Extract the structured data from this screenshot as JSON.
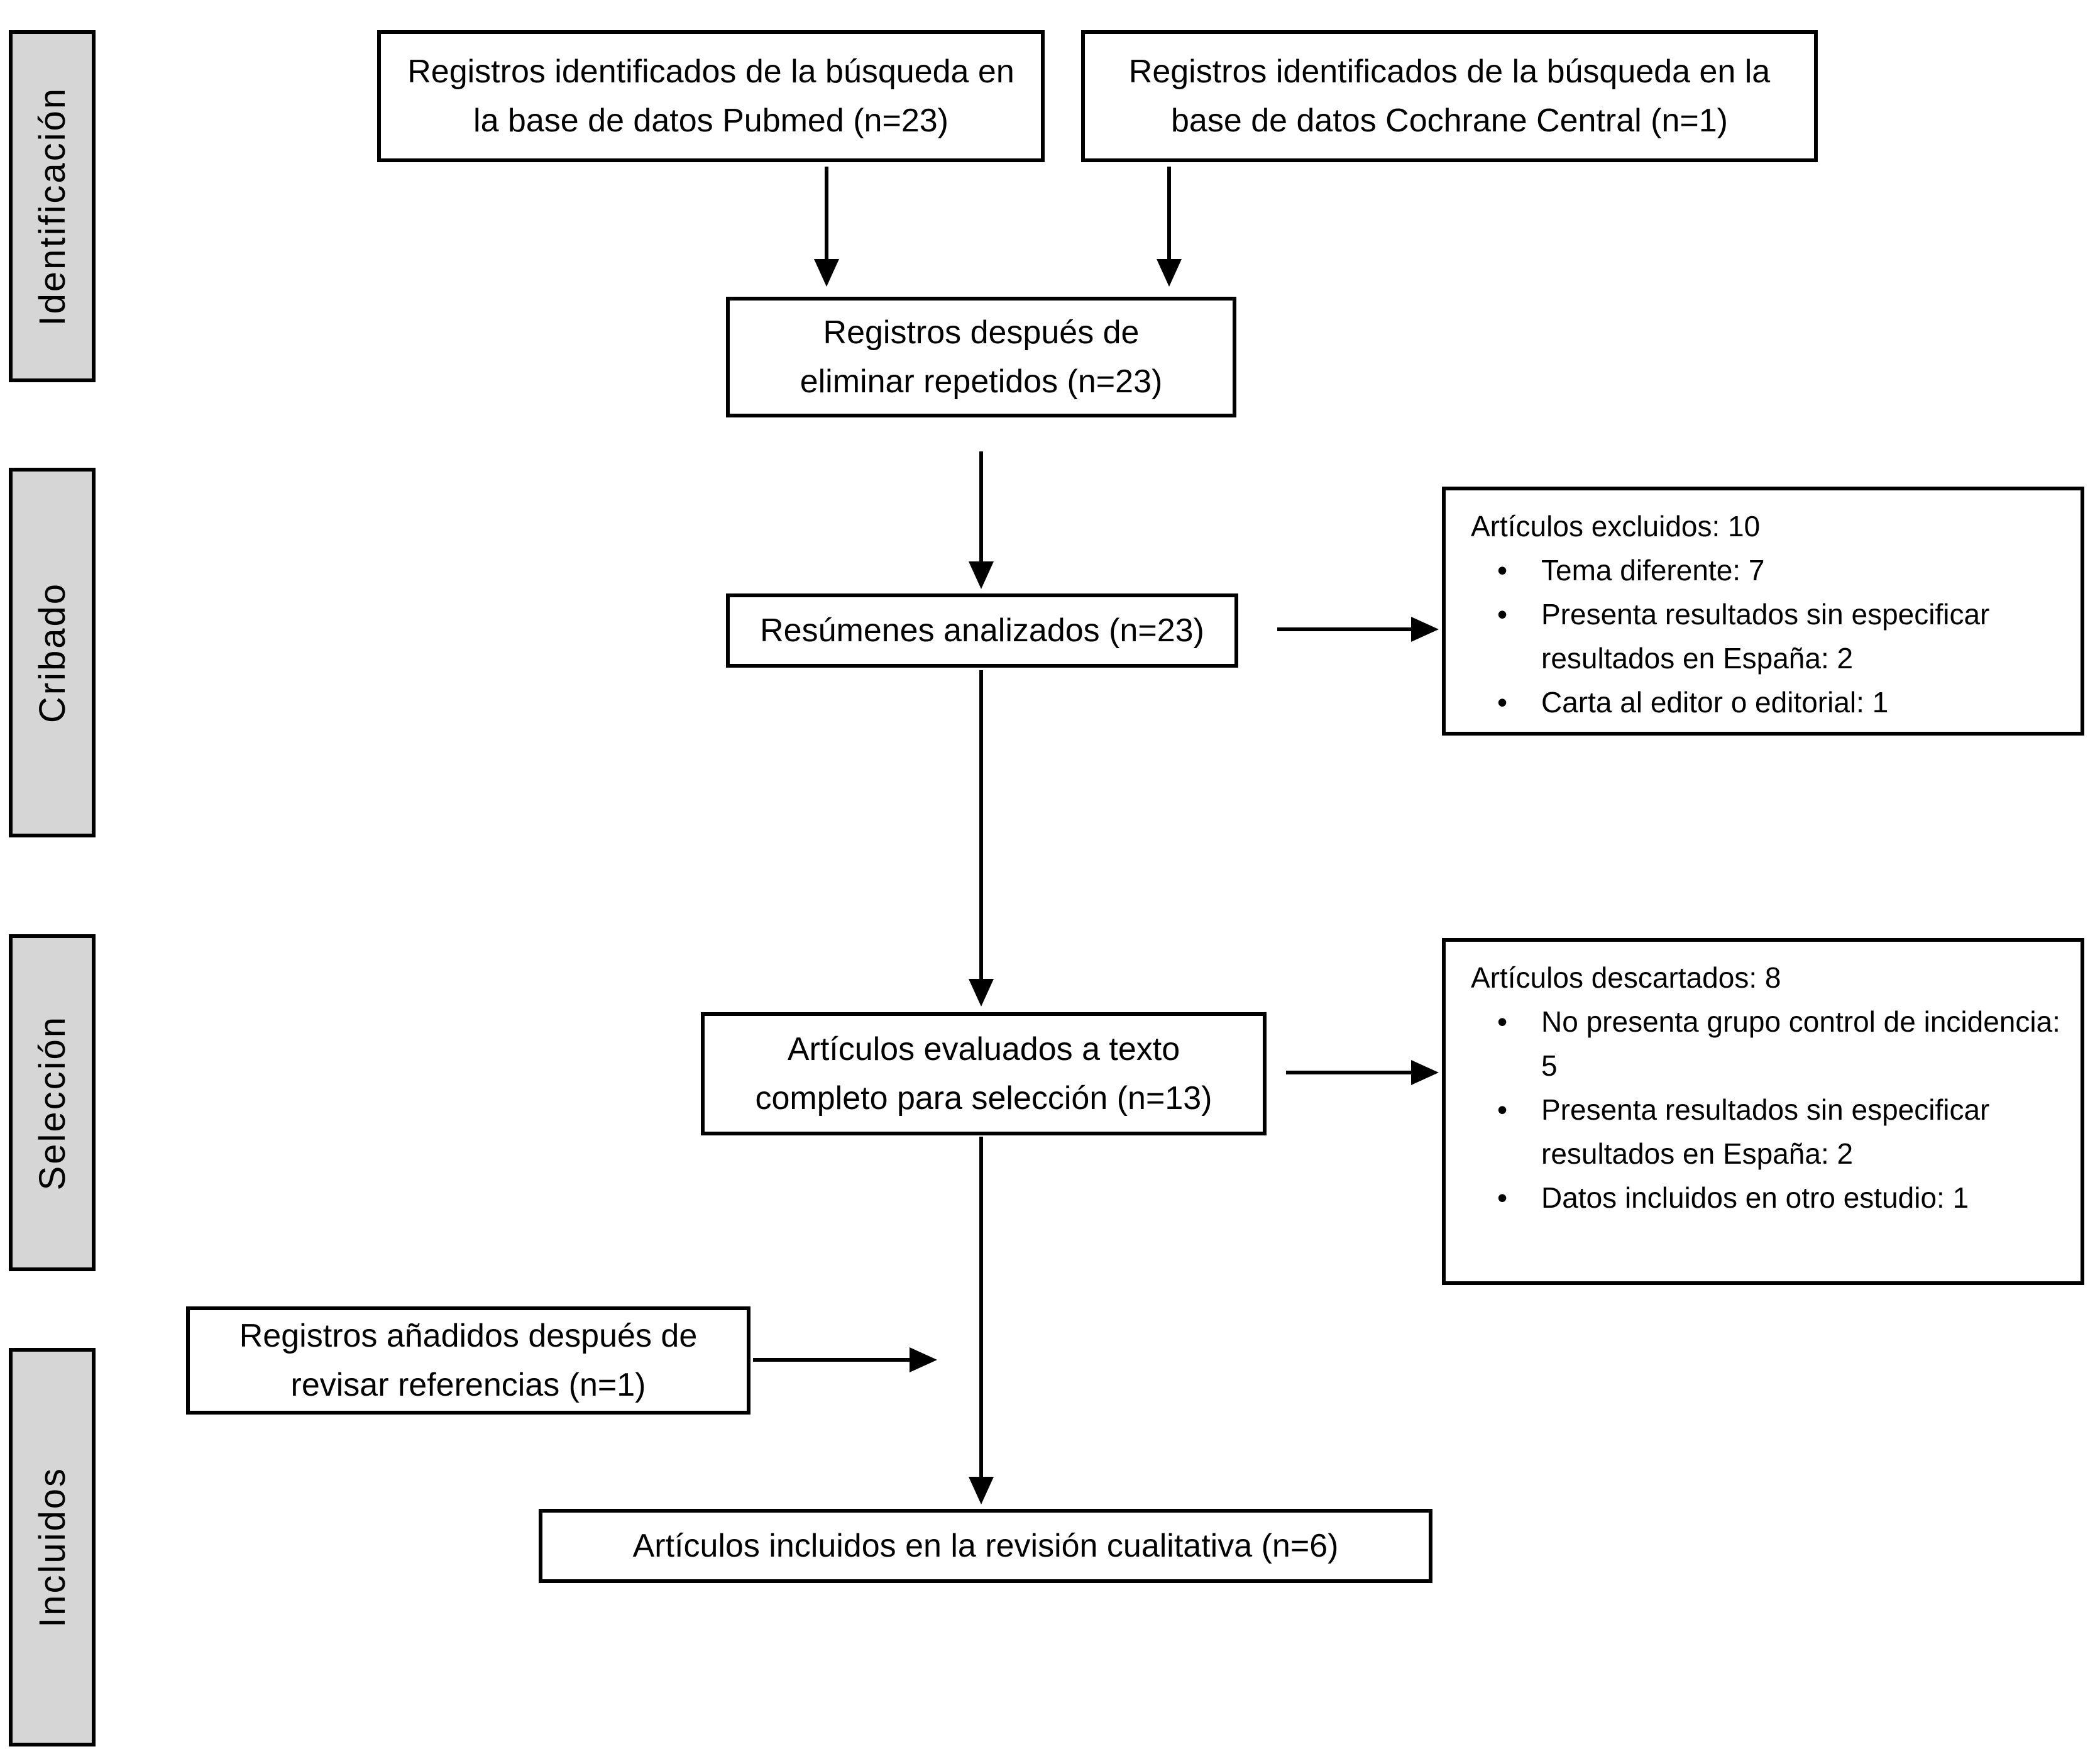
{
  "figure": {
    "kind": "prisma-flow-diagram",
    "language": "es",
    "colors": {
      "background": "#ffffff",
      "stage_fill": "#d6d6d6",
      "border": "#000000",
      "text": "#000000"
    },
    "stages": [
      {
        "label": "Identificación"
      },
      {
        "label": "Cribado"
      },
      {
        "label": "Selección"
      },
      {
        "label": "Incluidos"
      }
    ],
    "nodes": {
      "pubmed": {
        "text": "Registros identificados de la búsqueda en la base de datos Pubmed (n=23)"
      },
      "cochrane": {
        "text": "Registros identificados de la búsqueda en la base de datos Cochrane Central (n=1)"
      },
      "dedup": {
        "text": "Registros después de eliminar repetidos (n=23)"
      },
      "abstracts": {
        "text": "Resúmenes analizados (n=23)"
      },
      "excluded": {
        "title": "Artículos excluidos: 10",
        "items": [
          "Tema diferente: 7",
          "Presenta resultados sin especificar resultados en España: 2",
          "Carta al editor o editorial: 1"
        ]
      },
      "fulltext": {
        "text": "Artículos evaluados a texto completo para selección (n=13)"
      },
      "discarded": {
        "title": "Artículos descartados: 8",
        "items": [
          "No presenta grupo control de incidencia: 5",
          "Presenta resultados sin especificar resultados en España: 2",
          "Datos incluidos en otro estudio: 1"
        ]
      },
      "added": {
        "text": "Registros añadidos después de revisar referencias (n=1)"
      },
      "included": {
        "text": "Artículos incluidos en la revisión cualitativa (n=6)"
      }
    },
    "counts": {
      "pubmed": 23,
      "cochrane": 1,
      "after_dedup": 23,
      "abstracts_screened": 23,
      "excluded_total": 10,
      "fulltext_assessed": 13,
      "discarded_total": 8,
      "added_from_references": 1,
      "included_qualitative": 6
    }
  }
}
